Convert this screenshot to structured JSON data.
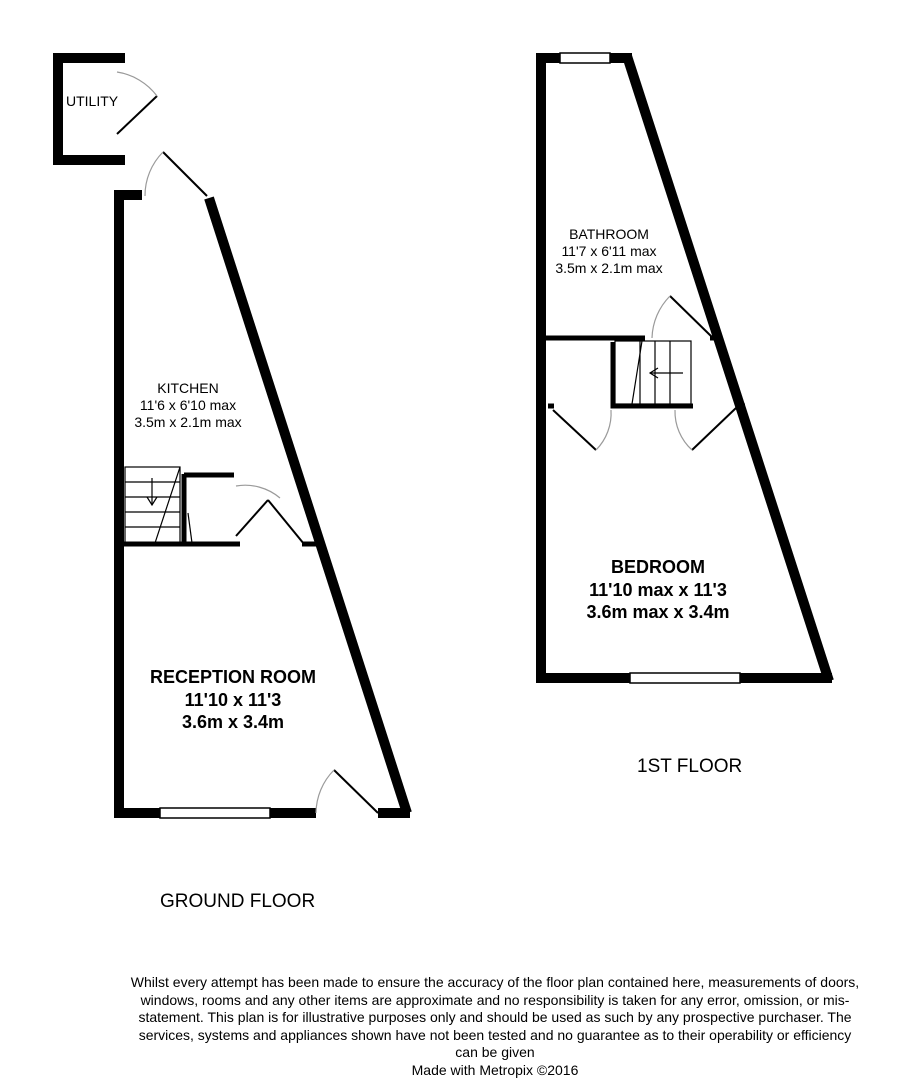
{
  "utility": {
    "name": "UTILITY"
  },
  "kitchen": {
    "name": "KITCHEN",
    "imperial": "11'6 x 6'10 max",
    "metric": "3.5m x 2.1m max"
  },
  "reception": {
    "name": "RECEPTION ROOM",
    "imperial": "11'10 x 11'3",
    "metric": "3.6m x 3.4m"
  },
  "bathroom": {
    "name": "BATHROOM",
    "imperial": "11'7 x 6'11 max",
    "metric": "3.5m x 2.1m max"
  },
  "bedroom": {
    "name": "BEDROOM",
    "imperial": "11'10 max x 11'3",
    "metric": "3.6m max x 3.4m"
  },
  "floors": {
    "ground": "GROUND FLOOR",
    "first": "1ST FLOOR"
  },
  "footer": {
    "disclaimer": "Whilst every attempt has been made to ensure the accuracy of the floor plan contained here, measurements of doors, windows, rooms and any other items are approximate and no responsibility is taken for any error, omission, or mis-statement. This plan is for illustrative purposes only and should be used as such by any prospective purchaser. The services, systems and appliances shown have not been tested and no guarantee as to their operability or efficiency can be given",
    "credit": "Made with Metropix ©2016"
  },
  "colors": {
    "wall": "#000000",
    "window": "#ffffff",
    "door_arc": "#9a9a9a"
  }
}
